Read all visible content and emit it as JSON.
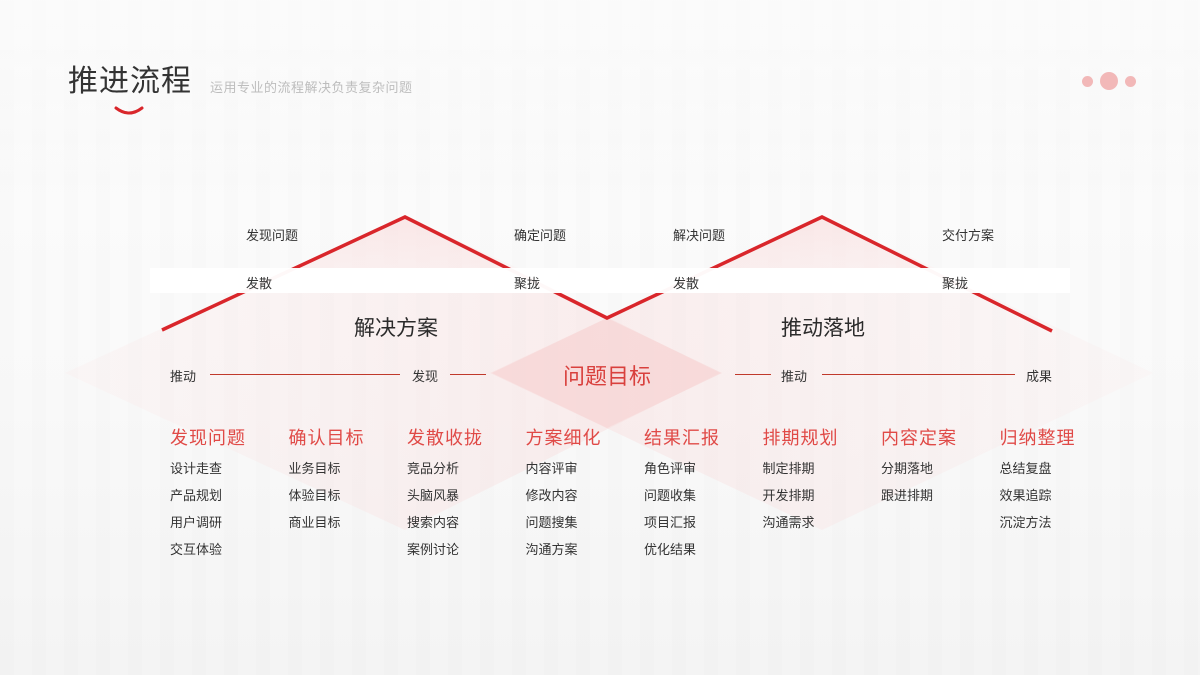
{
  "header": {
    "title": "推进流程",
    "subtitle": "运用专业的流程解决负责复杂问题"
  },
  "colors": {
    "accent": "#d9262b",
    "accent_text": "#e04a47",
    "pink_fill": "#fbe3e3",
    "dots": "#f2b8b8"
  },
  "diagram": {
    "left_peak": {
      "top_left_label": "发现问题",
      "top_right_label": "确定问题",
      "band_left_label": "发散",
      "band_right_label": "聚拢",
      "title": "解决方案"
    },
    "right_peak": {
      "top_left_label": "解决问题",
      "top_right_label": "交付方案",
      "band_left_label": "发散",
      "band_right_label": "聚拢",
      "title": "推动落地"
    },
    "center_label": "问题目标",
    "axis": {
      "left_start": "推动",
      "left_end": "发现",
      "right_start": "推动",
      "right_end": "成果"
    }
  },
  "columns": [
    {
      "title": "发现问题",
      "items": [
        "设计走查",
        "产品规划",
        "用户调研",
        "交互体验"
      ]
    },
    {
      "title": "确认目标",
      "items": [
        "业务目标",
        "体验目标",
        "商业目标"
      ]
    },
    {
      "title": "发散收拢",
      "items": [
        "竞品分析",
        "头脑风暴",
        "搜索内容",
        "案例讨论"
      ]
    },
    {
      "title": "方案细化",
      "items": [
        "内容评审",
        "修改内容",
        "问题搜集",
        "沟通方案"
      ]
    },
    {
      "title": "结果汇报",
      "items": [
        "角色评审",
        "问题收集",
        "项目汇报",
        "优化结果"
      ]
    },
    {
      "title": "排期规划",
      "items": [
        "制定排期",
        "开发排期",
        "沟通需求"
      ]
    },
    {
      "title": "内容定案",
      "items": [
        "分期落地",
        "跟进排期"
      ]
    },
    {
      "title": "归纳整理",
      "items": [
        "总结复盘",
        "效果追踪",
        "沉淀方法"
      ]
    }
  ]
}
